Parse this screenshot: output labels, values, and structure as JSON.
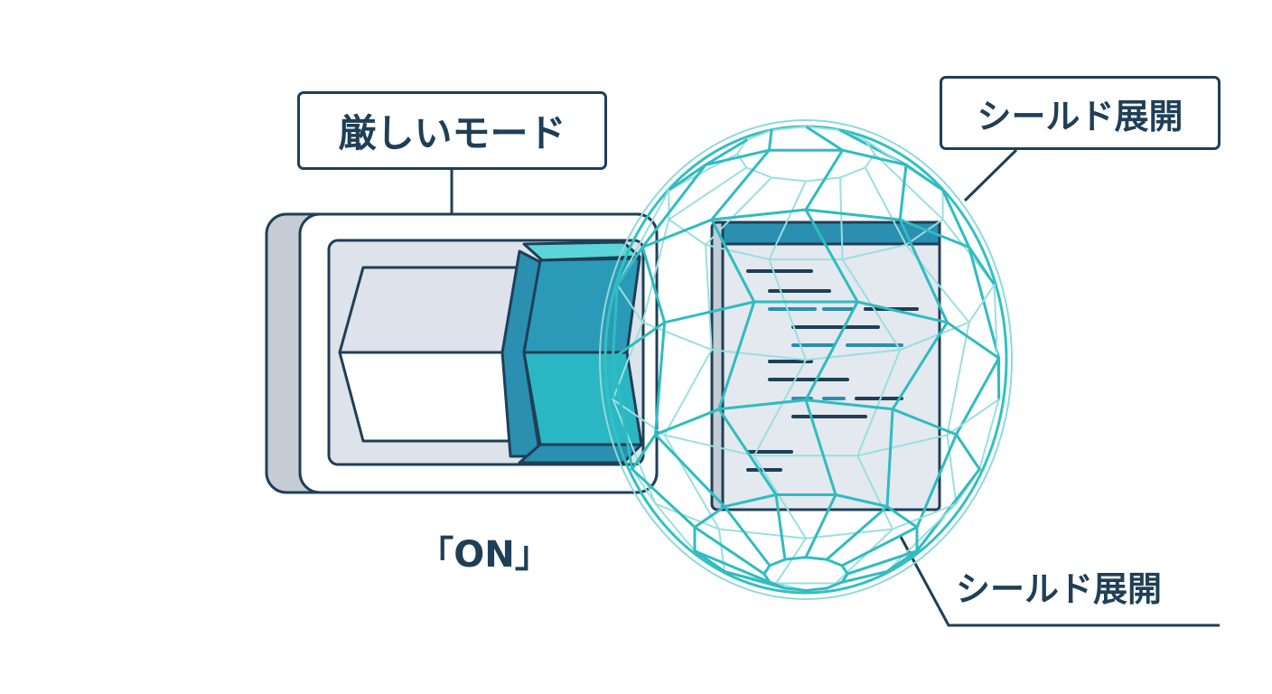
{
  "labels": {
    "mode": "厳しいモード",
    "state": "「ON」",
    "shield_top": "シールド展開",
    "shield_bottom": "シールド展開"
  },
  "icons": {
    "switch": "toggle-switch-icon",
    "shield": "geodesic-shield-icon",
    "document": "code-document-icon"
  },
  "colors": {
    "outline": "#1f3f57",
    "teal": "#2bb6c4",
    "teal_dark": "#2a8fb0",
    "mesh": "#34bfc2",
    "gray_panel": "#c5ccd4",
    "light_panel": "#e4e8ef"
  }
}
